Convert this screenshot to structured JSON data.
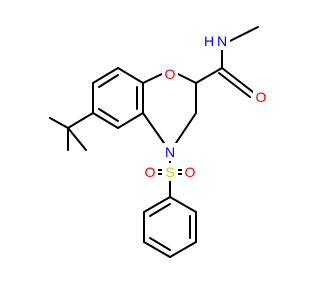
{
  "molecule": {
    "atoms": {
      "O_ring": {
        "symbol": "O",
        "color": "#ff0000"
      },
      "O_amide": {
        "symbol": "O",
        "color": "#ff0000"
      },
      "N_amide": {
        "symbol": "N",
        "color": "#0000ff"
      },
      "H_amide": {
        "symbol": "H",
        "color": "#0000ff"
      },
      "N_ring": {
        "symbol": "N",
        "color": "#0000ff"
      },
      "S": {
        "symbol": "S",
        "color": "#cccc00"
      },
      "O_s1": {
        "symbol": "O",
        "color": "#ff0000"
      },
      "O_s2": {
        "symbol": "O",
        "color": "#ff0000"
      }
    },
    "bond_color": "#000000",
    "background": "#ffffff"
  }
}
